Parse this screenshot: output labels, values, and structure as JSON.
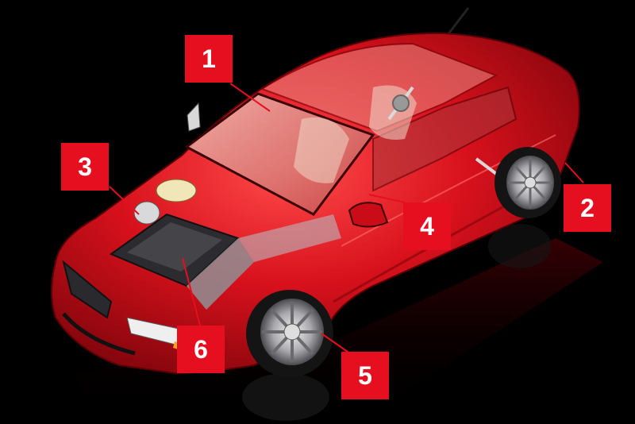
{
  "callouts": [
    {
      "id": "1",
      "label": "1"
    },
    {
      "id": "2",
      "label": "2"
    },
    {
      "id": "3",
      "label": "3"
    },
    {
      "id": "4",
      "label": "4"
    },
    {
      "id": "5",
      "label": "5"
    },
    {
      "id": "6",
      "label": "6"
    }
  ],
  "colors": {
    "background": "#000000",
    "car_body": "#d8111c",
    "callout_fill": "#e50f1f",
    "callout_text": "#ffffff",
    "leader_line": "#e50f1f"
  }
}
